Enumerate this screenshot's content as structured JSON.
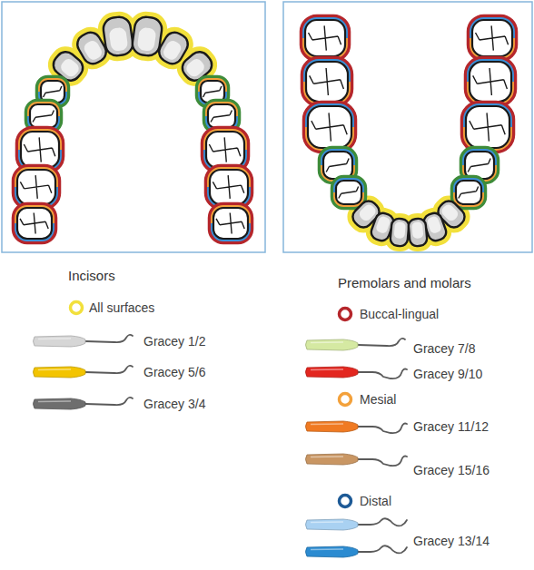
{
  "diagram": {
    "labels": [
      "Incisors",
      "Premolars and molars",
      "Gracey 1/2",
      "Gracey 5/6",
      "Gracey 3/4",
      "Gracey 7/8",
      "Gracey 9/10",
      "Gracey 11/12",
      "Gracey 15/16",
      "Gracey 13/14"
    ],
    "legend": [
      {
        "text": "All surfaces",
        "color": "#f2e03c"
      },
      {
        "text": "Buccal-lingual",
        "color": "#b5262b"
      },
      {
        "text": "Mesial",
        "color": "#f3a13b"
      },
      {
        "text": "Distal",
        "color": "#1d5a96"
      }
    ]
  }
}
